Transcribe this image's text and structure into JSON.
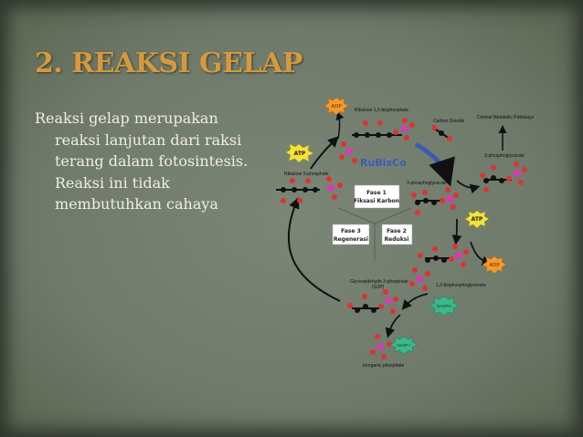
{
  "slide": {
    "title": "2. REAKSI GELAP",
    "body": "Reaksi gelap merupakan reaksi lanjutan dari raksi terang dalam fotosintesis. Reaksi ini tidak membutuhkan cahaya"
  },
  "diagram": {
    "enzyme": "RuBisCo",
    "phase1": [
      "Fase 1",
      "Fiksasi Karbon"
    ],
    "phase2": [
      "Fase 2",
      "Reduksi"
    ],
    "phase3": [
      "Fase 3",
      "Regenerasi"
    ],
    "labels": {
      "rubp": "Ribulose 1,5-bisphosphate",
      "co2": "Carbon Dioxide",
      "central": "Central Metabolic Pathways",
      "pga_right": "3-phosphoglycerate",
      "pga_center": "3-phosphoglycerate",
      "ru5p": "Ribulose 5-phosphate",
      "bpg": "1,3-bisphosphoglycerate",
      "g3p": "Glyceraldehyde 3-phosphate",
      "g3p_abbr": "(G3P)",
      "pi": "Inorganic phosphate"
    },
    "cofactors": {
      "atp_left": "ATP",
      "adp_top": "ADP",
      "atp_right": "ATP",
      "adp_right": "ADP",
      "nadph": "NADPH",
      "nadp": "NADP+"
    },
    "colors": {
      "atp": "#f3e23a",
      "adp": "#f39a2a",
      "nadph": "#3ab98a",
      "rubisco": "#3a5bb4",
      "title": "#d49a3c"
    }
  }
}
